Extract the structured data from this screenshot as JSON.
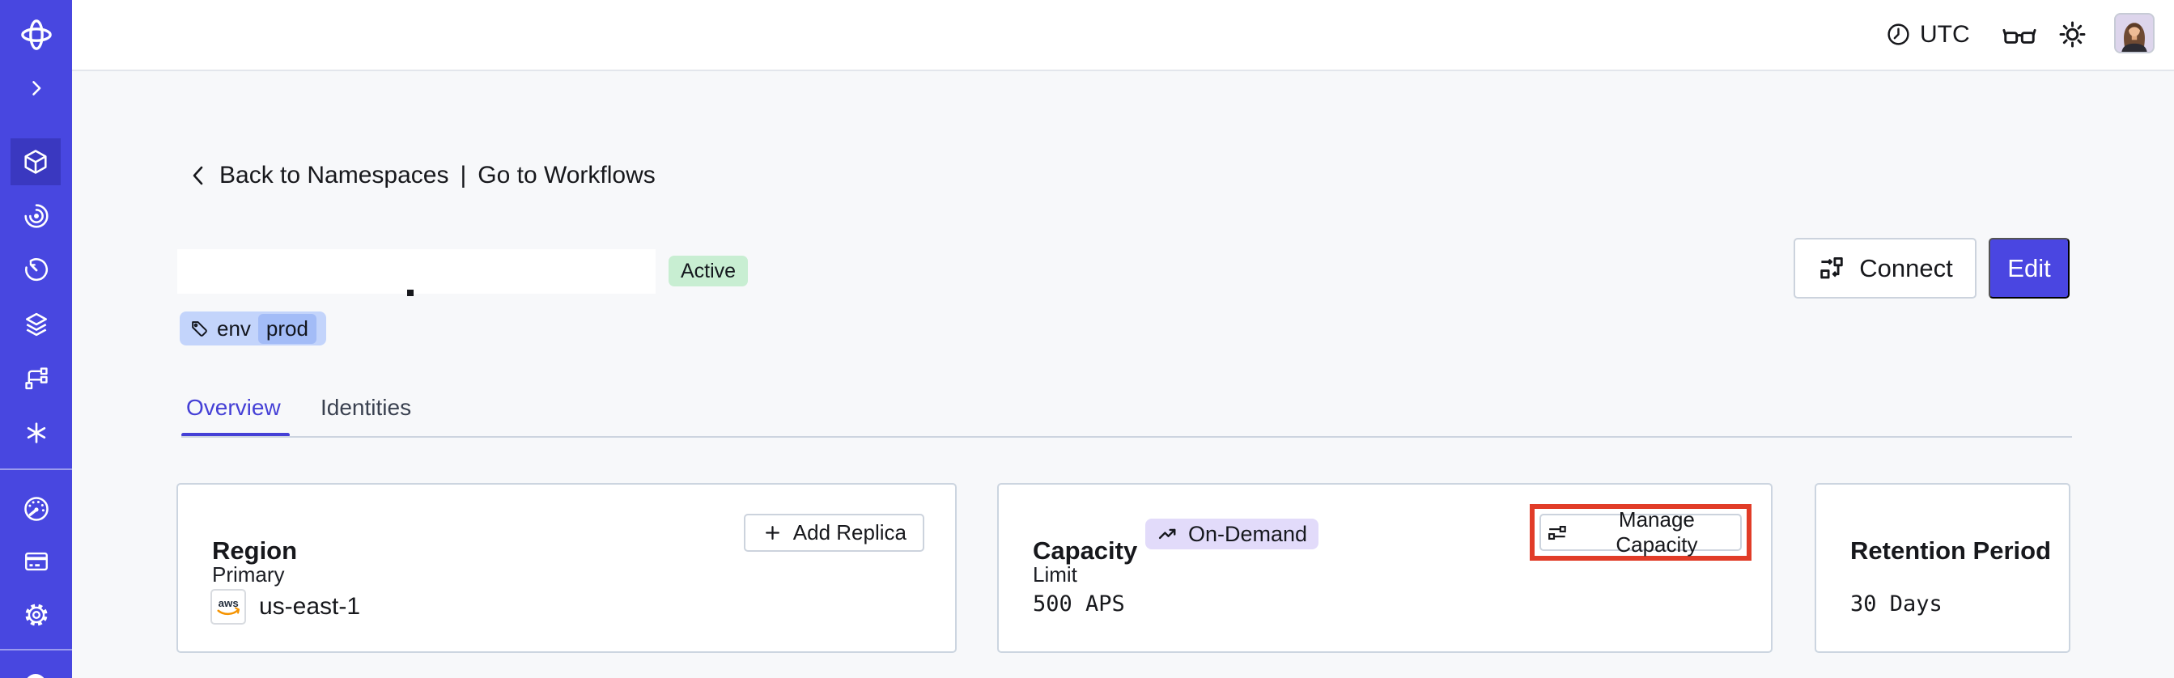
{
  "colors": {
    "sidebar": "#4847e0",
    "sidebar_active": "#3a38c0",
    "accent_indigo": "#4a46e1",
    "tab_active": "#4540d6",
    "status_green_bg": "#c8eed2",
    "tag_blue_bg": "#c3d4fb",
    "tag_blue_inner_bg": "#a3bcf7",
    "ondemand_lavender_bg": "#e2dbfa",
    "annotation_red": "#e13c28",
    "page_bg": "#f7f8fa",
    "aws_orange": "#f59300"
  },
  "sidebar": {
    "items": [
      {
        "name": "temporal-logo",
        "icon": "orbit-logo-icon"
      },
      {
        "name": "expand",
        "icon": "chevron-right-icon"
      },
      {
        "name": "namespaces",
        "icon": "cube-icon",
        "active": true
      },
      {
        "name": "workflows",
        "icon": "iris-icon"
      },
      {
        "name": "schedules",
        "icon": "clock-rotate-icon"
      },
      {
        "name": "deployments",
        "icon": "layers-icon"
      },
      {
        "name": "nexus",
        "icon": "branch-icon"
      },
      {
        "name": "batch-operations",
        "icon": "asterisk-icon"
      },
      {
        "name": "usage",
        "icon": "gauge-icon"
      },
      {
        "name": "billing",
        "icon": "credit-card-icon"
      },
      {
        "name": "settings",
        "icon": "gear-icon"
      }
    ]
  },
  "topbar": {
    "timezone": "UTC",
    "icons": [
      "clock-icon",
      "glasses-icon",
      "sun-icon",
      "avatar"
    ]
  },
  "breadcrumb": {
    "back_label": "Back to Namespaces",
    "separator": "|",
    "workflows_label": "Go to Workflows"
  },
  "namespace": {
    "status_badge": "Active",
    "tag": {
      "key": "env",
      "value": "prod"
    }
  },
  "header_actions": {
    "connect_label": "Connect",
    "edit_label": "Edit"
  },
  "tabs": [
    {
      "label": "Overview",
      "active": true
    },
    {
      "label": "Identities",
      "active": false
    }
  ],
  "cards": {
    "region": {
      "title": "Region",
      "add_replica_label": "Add Replica",
      "primary_label": "Primary",
      "provider": "aws",
      "region_value": "us-east-1"
    },
    "capacity": {
      "title": "Capacity",
      "badge_label": "On-Demand",
      "manage_label": "Manage Capacity",
      "limit_label": "Limit",
      "limit_value": "500 APS"
    },
    "retention": {
      "title": "Retention Period",
      "value": "30 Days"
    }
  }
}
